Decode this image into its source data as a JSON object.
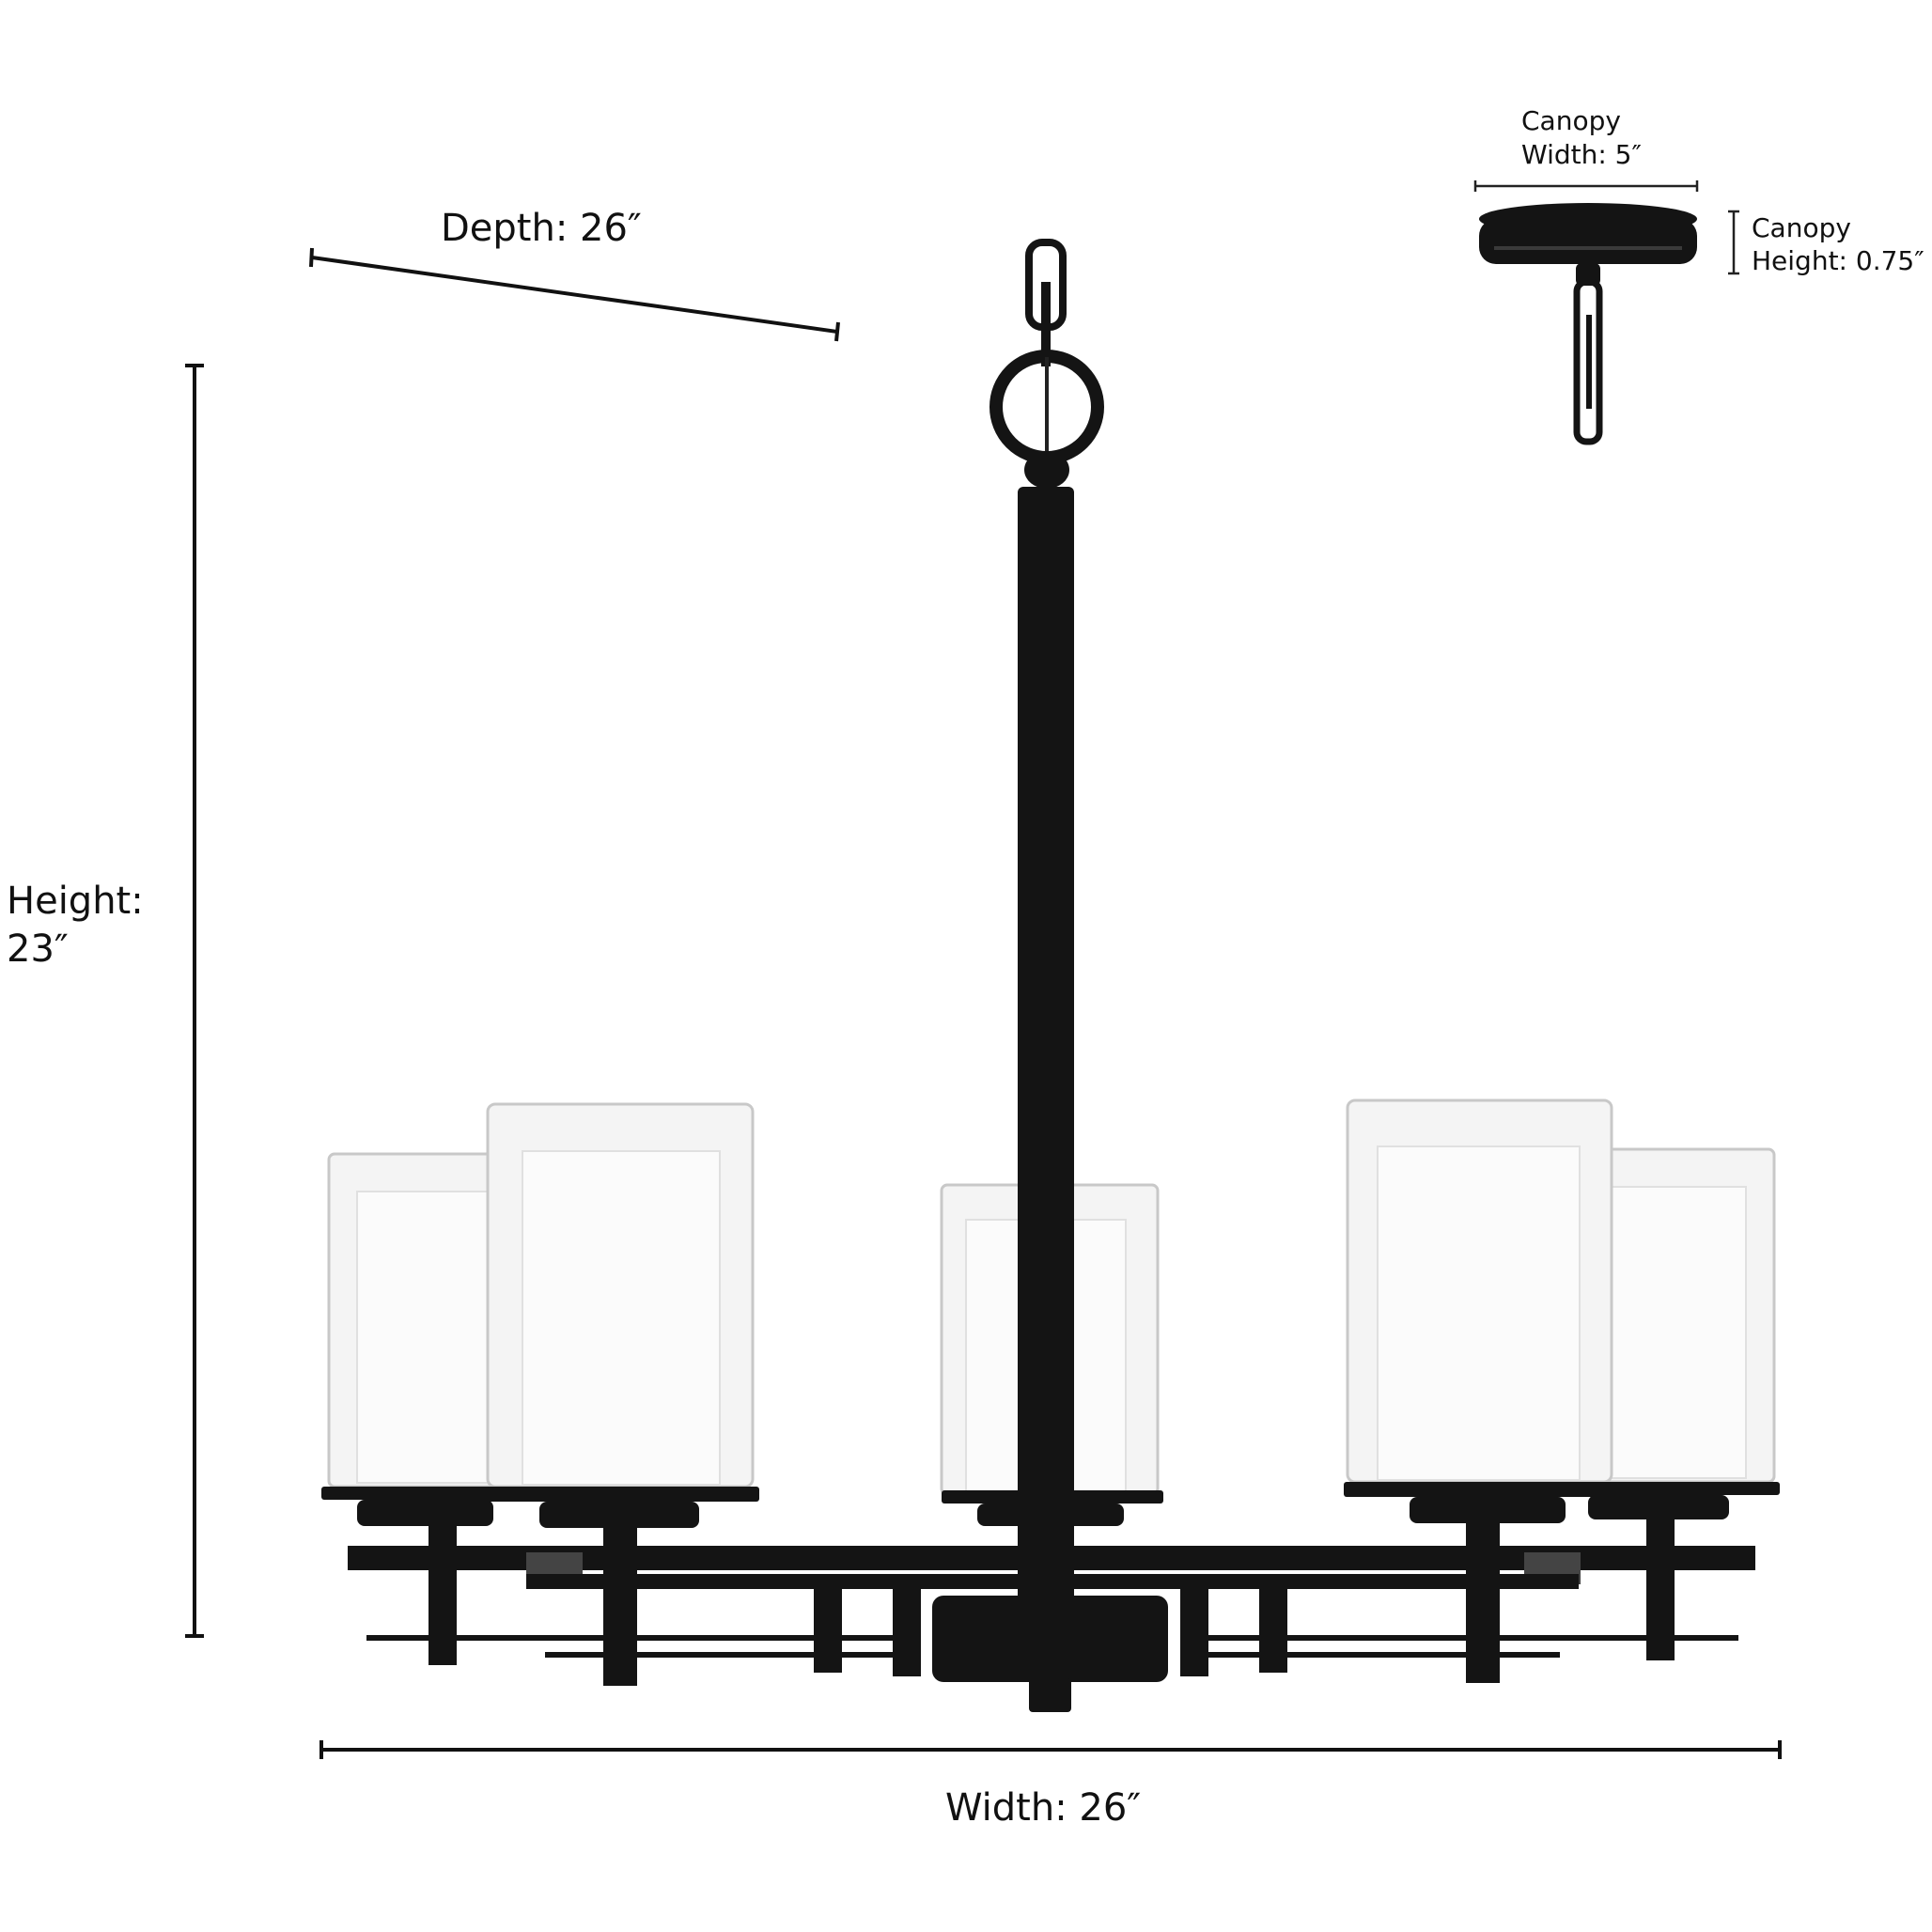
{
  "dimensions": {
    "depth": "Depth: 26″",
    "height_line1": "Height:",
    "height_line2": "23″",
    "width": "Width: 26″",
    "canopy_width_line1": "Canopy",
    "canopy_width_line2": "Width: 5″",
    "canopy_height_line1": "Canopy",
    "canopy_height_line2": "Height: 0.75″"
  },
  "product": {
    "type": "5-light chandelier",
    "finish_color": "#141414",
    "shade_color": "#f4f4f4",
    "light_count": 5
  }
}
